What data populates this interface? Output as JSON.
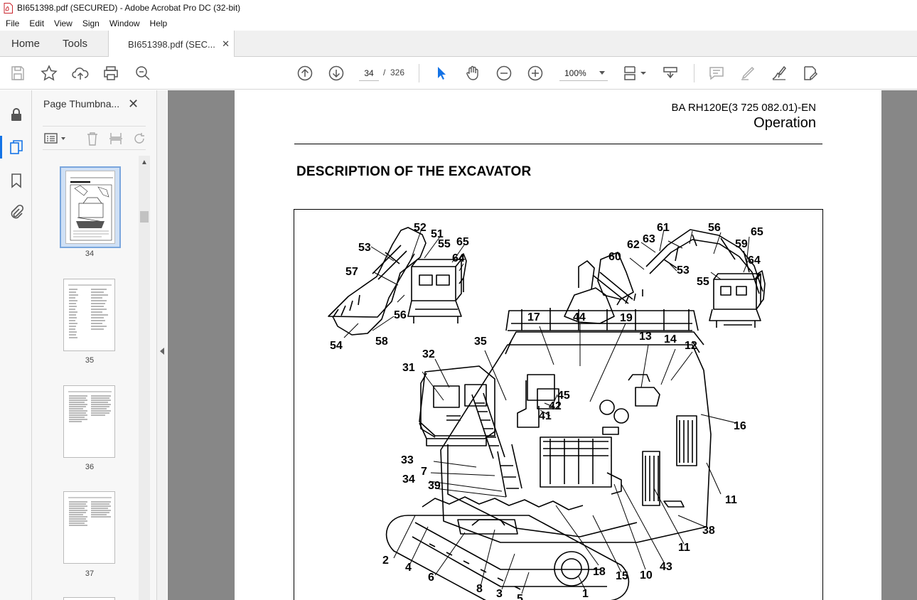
{
  "window": {
    "title": "BI651398.pdf (SECURED) - Adobe Acrobat Pro DC (32-bit)"
  },
  "menu": [
    "File",
    "Edit",
    "View",
    "Sign",
    "Window",
    "Help"
  ],
  "tabs": {
    "home": "Home",
    "tools": "Tools",
    "document": "BI651398.pdf (SEC..."
  },
  "toolbar": {
    "current_page": "34",
    "page_separator": "/",
    "total_pages": "326",
    "zoom": "100%",
    "icons": [
      "save-icon",
      "bookmark-star-icon",
      "upload-icon",
      "print-icon",
      "zoom-search-icon",
      "page-up-icon",
      "page-down-icon",
      "select-pointer-icon",
      "hand-icon",
      "zoom-out-icon",
      "zoom-in-icon",
      "page-fit-icon",
      "scroll-mode-icon",
      "comment-icon",
      "highlight-icon",
      "sign-icon",
      "edit-pdf-icon"
    ]
  },
  "sidebar": {
    "panel_title": "Page Thumbna...",
    "thumbnails": [
      {
        "label": "34",
        "selected": true
      },
      {
        "label": "35",
        "selected": false
      },
      {
        "label": "36",
        "selected": false
      },
      {
        "label": "37",
        "selected": false
      }
    ]
  },
  "document": {
    "header_code": "BA RH120E(3 725 082.01)-EN",
    "header_section": "Operation",
    "title": "DESCRIPTION OF THE EXCAVATOR",
    "callouts": [
      "52",
      "51",
      "65",
      "53",
      "55",
      "64",
      "57",
      "56",
      "58",
      "54",
      "61",
      "56",
      "65",
      "62",
      "63",
      "60",
      "59",
      "53",
      "64",
      "55",
      "17",
      "44",
      "19",
      "13",
      "14",
      "12",
      "35",
      "32",
      "31",
      "45",
      "42",
      "41",
      "16",
      "33",
      "7",
      "34",
      "39",
      "11",
      "38",
      "11",
      "2",
      "4",
      "6",
      "8",
      "3",
      "5",
      "1",
      "18",
      "15",
      "10",
      "43"
    ]
  },
  "colors": {
    "accent": "#1473e6",
    "doc_background": "#878787",
    "panel_background": "#f7f7f7"
  }
}
